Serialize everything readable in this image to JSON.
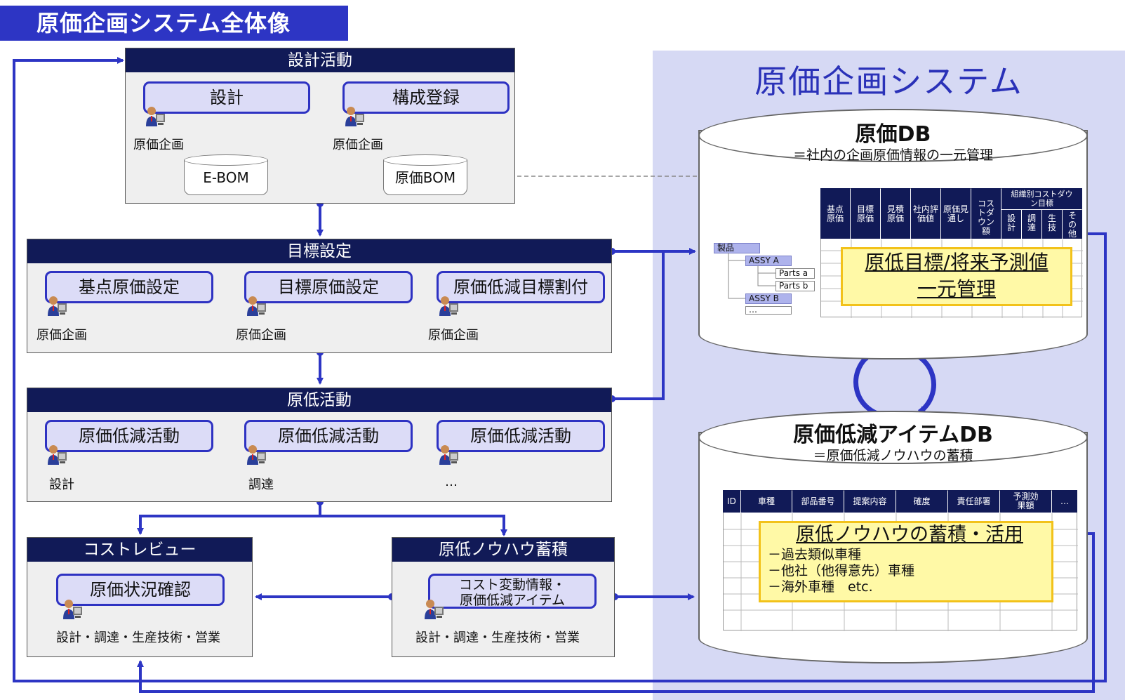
{
  "page_title": "原価企画システム全体像",
  "system": {
    "title": "原価企画システム",
    "db1": {
      "title": "原価DB",
      "subtitle": "＝社内の企画原価情報の一元管理",
      "columns": [
        "基点原価",
        "目標原価",
        "見積原価",
        "社内評価値",
        "原価見通し",
        "コストダウン額"
      ],
      "group_header": "組織別コストダウン目標",
      "group_columns": [
        "設計",
        "調達",
        "生技",
        "その他"
      ],
      "tree": [
        "製品",
        "ASSY A",
        "Parts a",
        "Parts b",
        "ASSY B",
        "…"
      ],
      "highlight_line1": "原低目標/将来予測値",
      "highlight_line2": "一元管理"
    },
    "db2": {
      "title": "原価低減アイテムDB",
      "subtitle": "＝原価低減ノウハウの蓄積",
      "columns": [
        "ID",
        "車種",
        "部品番号",
        "提案内容",
        "確度",
        "責任部署",
        "予測効果額",
        "…"
      ],
      "highlight_title": "原低ノウハウの蓄積・活用",
      "highlight_items": [
        "－過去類似車種",
        "－他社（他得意先）車種",
        "－海外車種　etc."
      ]
    }
  },
  "sections": {
    "design": {
      "header": "設計活動",
      "proc1": "設計",
      "role1": "原価企画",
      "proc2": "構成登録",
      "role2": "原価企画",
      "db1": "E-BOM",
      "db2": "原価BOM"
    },
    "target": {
      "header": "目標設定",
      "proc1": "基点原価設定",
      "role1": "原価企画",
      "proc2": "目標原価設定",
      "role2": "原価企画",
      "proc3": "原価低減目標割付",
      "role3": "原価企画"
    },
    "reduction": {
      "header": "原低活動",
      "proc1": "原価低減活動",
      "role1": "設計",
      "proc2": "原価低減活動",
      "role2": "調達",
      "proc3": "原価低減活動",
      "role3": "…"
    },
    "review": {
      "header": "コストレビュー",
      "proc": "原価状況確認",
      "role": "設計・調達・生産技術・営業"
    },
    "knowhow": {
      "header": "原低ノウハウ蓄積",
      "proc_line1": "コスト変動情報・",
      "proc_line2": "原価低減アイテム",
      "role": "設計・調達・生産技術・営業"
    }
  },
  "colors": {
    "accent": "#2d35c4",
    "header_dark": "#111a57",
    "panel": "#d6d9f4",
    "highlight": "#fff9a6"
  }
}
